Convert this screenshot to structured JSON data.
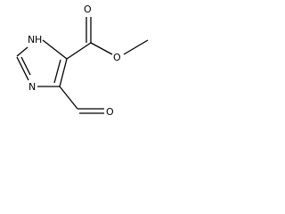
{
  "molecule": {
    "labels": {
      "nh_n": "N",
      "nh_h": "H",
      "imine_n": "N",
      "ester_o_double": "O",
      "ester_o_single": "O",
      "aldehyde_o": "O"
    }
  }
}
